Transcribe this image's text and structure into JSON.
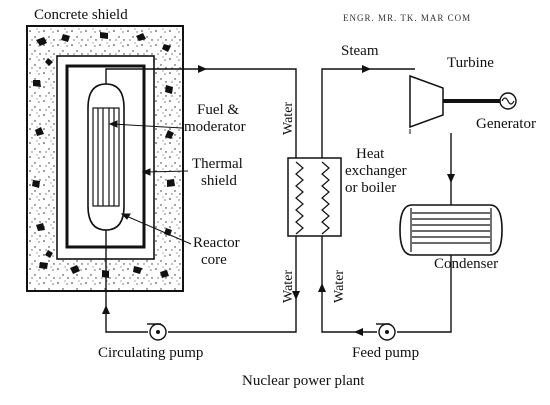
{
  "watermark": "ENGR. MR. TK. MAR COM",
  "caption": "Nuclear power plant",
  "labels": {
    "concrete_shield": "Concrete shield",
    "fuel_moderator_1": "Fuel &",
    "fuel_moderator_2": "moderator",
    "thermal_shield_1": "Thermal",
    "thermal_shield_2": "shield",
    "reactor_core_1": "Reactor",
    "reactor_core_2": "core",
    "circulating_pump": "Circulating pump",
    "water_top": "Water",
    "water_bottom_left": "Water",
    "water_bottom_right": "Water",
    "heat_exchanger_1": "Heat",
    "heat_exchanger_2": "exchanger",
    "heat_exchanger_3": "or boiler",
    "steam": "Steam",
    "turbine": "Turbine",
    "generator": "Generator",
    "condenser": "Condenser",
    "feed_pump": "Feed pump"
  },
  "icons": {
    "generator": "ac-generator-icon",
    "pump": "pump-icon",
    "flow": "arrow-icon"
  },
  "colors": {
    "line": "#111111",
    "concrete_fill": "#d9d9d9"
  }
}
